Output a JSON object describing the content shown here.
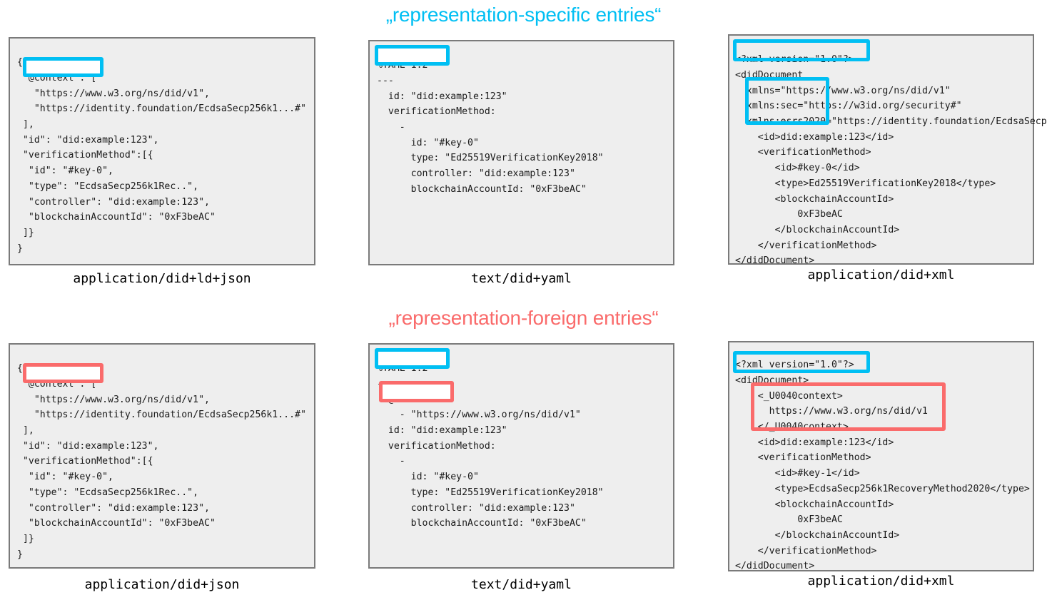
{
  "titles": {
    "specific": "„representation-specific entries“",
    "foreign": "„representation-foreign entries“"
  },
  "colors": {
    "cyan": "#00BFF3",
    "red": "#FA6B6B",
    "panel_bg": "#EEEEEE",
    "panel_border": "#7A7A7A",
    "text": "#1a1a1a"
  },
  "panels": {
    "json_ld": {
      "caption": "application/did+ld+json",
      "code": "{\n \"@context\": [\n   \"https://www.w3.org/ns/did/v1\",\n   \"https://identity.foundation/EcdsaSecp256k1...#\"\n ],\n \"id\": \"did:example:123\",\n \"verificationMethod\":[{\n  \"id\": \"#key-0\",\n  \"type\": \"EcdsaSecp256k1Rec..\",\n  \"controller\": \"did:example:123\",\n  \"blockchainAccountId\": \"0xF3beAC\"\n ]}\n}",
      "highlight": {
        "type": "cyan",
        "token": "\"@context\":"
      }
    },
    "yaml_specific": {
      "caption": "text/did+yaml",
      "code": "%YAML 1.2\n---\n  id: \"did:example:123\"\n  verificationMethod:\n    -\n      id: \"#key-0\"\n      type: \"Ed25519VerificationKey2018\"\n      controller: \"did:example:123\"\n      blockchainAccountId: \"0xF3beAC\"",
      "highlight": {
        "type": "cyan",
        "token": "%YAML 1.2"
      }
    },
    "xml_specific": {
      "caption": "application/did+xml",
      "code": "<?xml version=\"1.0\"?>\n<didDocument\n  xmlns=\"https://www.w3.org/ns/did/v1\"\n  xmlns:sec=\"https://w3id.org/security#\"\n  xmlns:esrs2020=\"https://identity.foundation/EcdsaSecp\n    <id>did:example:123</id>\n    <verificationMethod>\n       <id>#key-0</id>\n       <type>Ed25519VerificationKey2018</type>\n       <blockchainAccountId>\n           0xF3beAC\n       </blockchainAccountId>\n    </verificationMethod>\n</didDocument>",
      "highlights": [
        {
          "type": "cyan",
          "token": "<?xml version=\"1.0\"?>"
        },
        {
          "type": "cyan",
          "token": "xmlns declarations"
        }
      ]
    },
    "json": {
      "caption": "application/did+json",
      "code": "{\n \"@context\": [\n   \"https://www.w3.org/ns/did/v1\",\n   \"https://identity.foundation/EcdsaSecp256k1...#\"\n ],\n \"id\": \"did:example:123\",\n \"verificationMethod\":[{\n  \"id\": \"#key-0\",\n  \"type\": \"EcdsaSecp256k1Rec..\",\n  \"controller\": \"did:example:123\",\n  \"blockchainAccountId\": \"0xF3beAC\"\n ]}\n}",
      "highlight": {
        "type": "red",
        "token": "\"@context\":"
      }
    },
    "yaml_foreign": {
      "caption": "text/did+yaml",
      "code": "%YAML 1.2\n---\n  @context:\n    - \"https://www.w3.org/ns/did/v1\"\n  id: \"did:example:123\"\n  verificationMethod:\n    -\n      id: \"#key-0\"\n      type: \"Ed25519VerificationKey2018\"\n      controller: \"did:example:123\"\n      blockchainAccountId: \"0xF3beAC\"",
      "highlights": [
        {
          "type": "cyan",
          "token": "%YAML 1.2"
        },
        {
          "type": "red",
          "token": "@context:"
        }
      ]
    },
    "xml_foreign": {
      "caption": "application/did+xml",
      "code": "<?xml version=\"1.0\"?>\n<didDocument>\n    <_U0040context>\n      https://www.w3.org/ns/did/v1\n    </_U0040context>\n    <id>did:example:123</id>\n    <verificationMethod>\n       <id>#key-1</id>\n       <type>EcdsaSecp256k1RecoveryMethod2020</type>\n       <blockchainAccountId>\n           0xF3beAC\n       </blockchainAccountId>\n    </verificationMethod>\n</didDocument>",
      "highlights": [
        {
          "type": "cyan",
          "token": "<?xml version=\"1.0\"?>"
        },
        {
          "type": "red",
          "token": "<_U0040context> block"
        }
      ]
    }
  }
}
